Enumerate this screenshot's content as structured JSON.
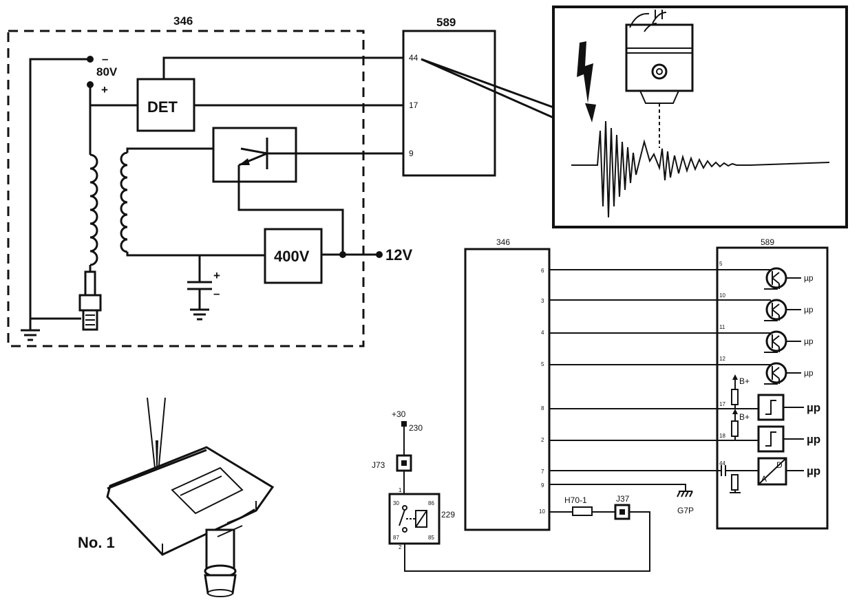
{
  "left_schematic": {
    "module_label": "346",
    "voltage_80v": "80V",
    "minus_sign": "–",
    "plus_sign": "+",
    "det_label": "DET",
    "v400_label": "400V",
    "v12_label": "12V"
  },
  "ecu_top": {
    "label": "589",
    "pins": [
      "44",
      "17",
      "9"
    ]
  },
  "right_schematic": {
    "module_346_label": "346",
    "module_589_label": "589",
    "left_pins": [
      "6",
      "3",
      "4",
      "5",
      "8",
      "2",
      "7",
      "9",
      "10"
    ],
    "right_pins": [
      "5",
      "10",
      "11",
      "12",
      "17",
      "18",
      "44"
    ],
    "output_small": "µp",
    "output_large": "µp",
    "pullup_label": "B+",
    "adc_a": "A",
    "adc_d": "D",
    "ground_label": "G7P",
    "fuse_label": "H70-1",
    "connector_j37": "J37",
    "connector_j73": "J73",
    "supply_label": "+30",
    "supply_wire": "230",
    "relay_label": "229",
    "relay_pins": [
      "30",
      "86",
      "87",
      "85"
    ],
    "relay_pin_top": "1",
    "relay_pin_bottom": "2"
  },
  "illustration": {
    "caption": "No. 1"
  }
}
